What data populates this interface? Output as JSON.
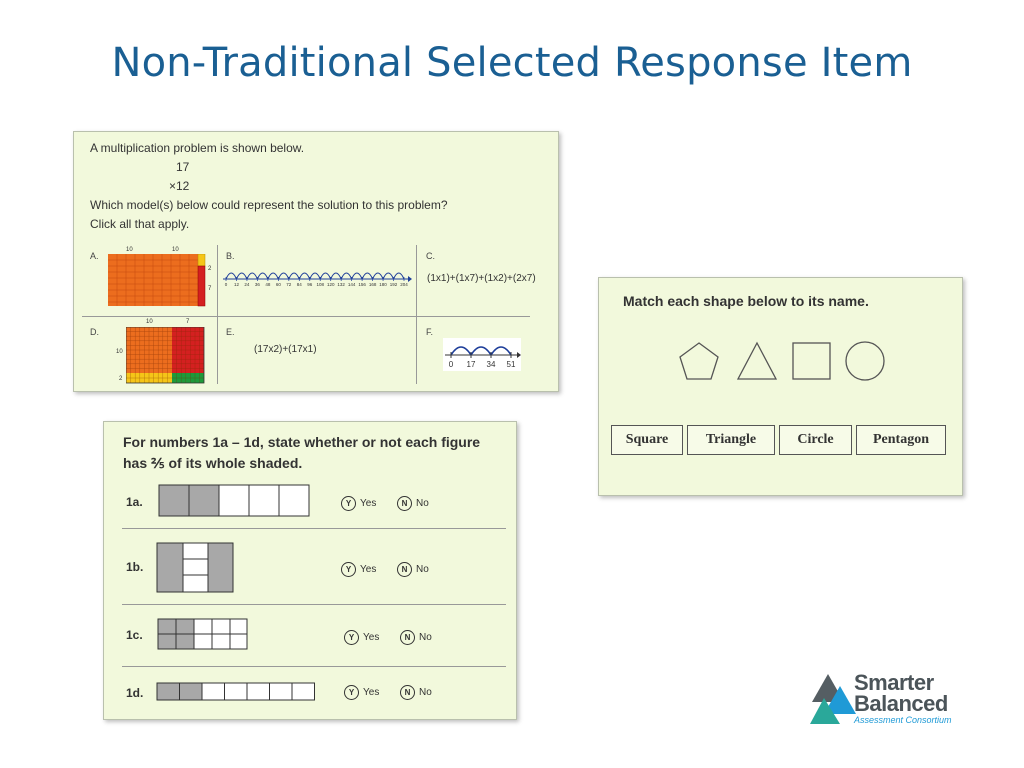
{
  "slide": {
    "title": "Non-Traditional Selected Response Item"
  },
  "card1": {
    "intro": "A multiplication problem is shown below.",
    "factor1": "17",
    "factor2": "×12",
    "question": "Which model(s) below could represent the solution to this problem?",
    "instruction": "Click all that apply.",
    "optA": {
      "letter": "A.",
      "top_left": "10",
      "top_right": "10",
      "side_top": "2",
      "side_bottom": "7"
    },
    "optB": {
      "letter": "B.",
      "ticks": [
        "0",
        "12",
        "24",
        "36",
        "48",
        "60",
        "72",
        "84",
        "96",
        "108",
        "120",
        "132",
        "144",
        "156",
        "168",
        "180",
        "192",
        "204"
      ]
    },
    "optC": {
      "letter": "C.",
      "expr": "(1x1)+(1x7)+(1x2)+(2x7)"
    },
    "optD": {
      "letter": "D.",
      "top_left": "10",
      "top_right": "7",
      "side_top": "10",
      "side_bottom": "2"
    },
    "optE": {
      "letter": "E.",
      "expr": "(17x2)+(17x1)"
    },
    "optF": {
      "letter": "F.",
      "ticks": [
        "0",
        "17",
        "34",
        "51"
      ]
    }
  },
  "card2": {
    "prompt": "Match each shape below to its name.",
    "shapes": [
      "pentagon",
      "triangle",
      "square",
      "circle"
    ],
    "names": [
      "Square",
      "Triangle",
      "Circle",
      "Pentagon"
    ]
  },
  "card3": {
    "prompt_line1": "For numbers 1a – 1d, state whether or not each figure",
    "prompt_line2": "has ⅖ of its whole shaded.",
    "yes_letter": "Y",
    "no_letter": "N",
    "yes_label": "Yes",
    "no_label": "No",
    "rows": [
      {
        "label": "1a."
      },
      {
        "label": "1b."
      },
      {
        "label": "1c."
      },
      {
        "label": "1d."
      }
    ]
  },
  "logo": {
    "line1": "Smarter",
    "line2": "Balanced",
    "line3": "Assessment Consortium"
  },
  "colors": {
    "title": "#1a5f93",
    "card_bg": "#f2f9dc",
    "shade": "#a8a8a8",
    "arc": "#1f3f9a"
  }
}
